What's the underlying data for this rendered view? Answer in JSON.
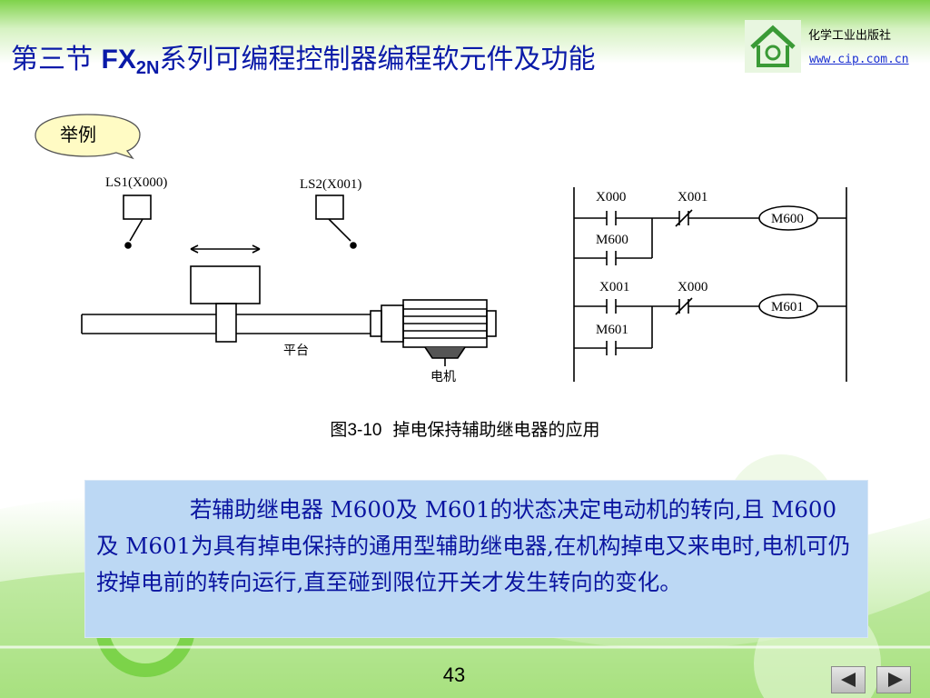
{
  "title": {
    "prefix": "第三节 ",
    "fx": "FX",
    "sub": "2N",
    "rest": "系列可编程控制器编程软元件及功能"
  },
  "publisher": {
    "name": "化学工业出版社",
    "url": "www.cip.com.cn"
  },
  "example_label": "举例",
  "diagram": {
    "ls1": "LS1(X000)",
    "ls2": "LS2(X001)",
    "platform": "平台",
    "motor": "电机",
    "ladder": {
      "x000_a": "X000",
      "x001_a": "X001",
      "m600_contact": "M600",
      "m600_coil": "M600",
      "x001_b": "X001",
      "x000_b": "X000",
      "m601_contact": "M601",
      "m601_coil": "M601"
    }
  },
  "caption": {
    "fig": "图",
    "num": "3-10",
    "text": "  掉电保持辅助继电器的应用"
  },
  "body_text": "若辅助继电器 M600及 M601的状态决定电动机的转向,且 M600及 M601为具有掉电保持的通用型辅助继电器,在机构掉电又来电时,电机可仍按掉电前的转向运行,直至碰到限位开关才发生转向的变化。",
  "page_number": "43",
  "colors": {
    "title": "#0a1aa8",
    "body_text": "#0a14a0",
    "text_box_bg": "#bcd8f4",
    "bubble": "#fffbc4",
    "header_band": "#7fd24a"
  }
}
